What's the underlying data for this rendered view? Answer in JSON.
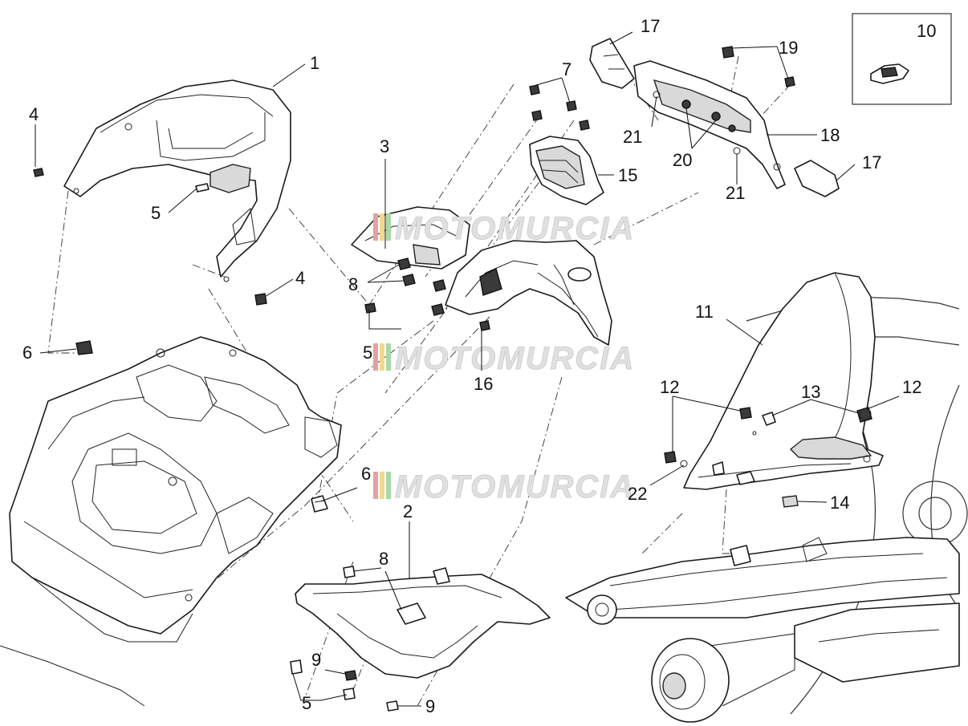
{
  "callouts": {
    "c1": "1",
    "c2": "2",
    "c3": "3",
    "c4a": "4",
    "c4b": "4",
    "c5a": "5",
    "c5b": "5",
    "c5c": "5",
    "c6a": "6",
    "c6b": "6",
    "c7": "7",
    "c8a": "8",
    "c8b": "8",
    "c9a": "9",
    "c9b": "9",
    "c10": "10",
    "c11": "11",
    "c12a": "12",
    "c12b": "12",
    "c13": "13",
    "c14": "14",
    "c15": "15",
    "c16": "16",
    "c17a": "17",
    "c17b": "17",
    "c18": "18",
    "c19": "19",
    "c20": "20",
    "c21a": "21",
    "c21b": "21",
    "c22": "22"
  },
  "watermark": {
    "text": "MOTOMURCIA"
  },
  "colors": {
    "watermark_stripe_1": "#e6a0a0",
    "watermark_stripe_2": "#f1d890",
    "watermark_stripe_3": "#a8d8a8"
  }
}
